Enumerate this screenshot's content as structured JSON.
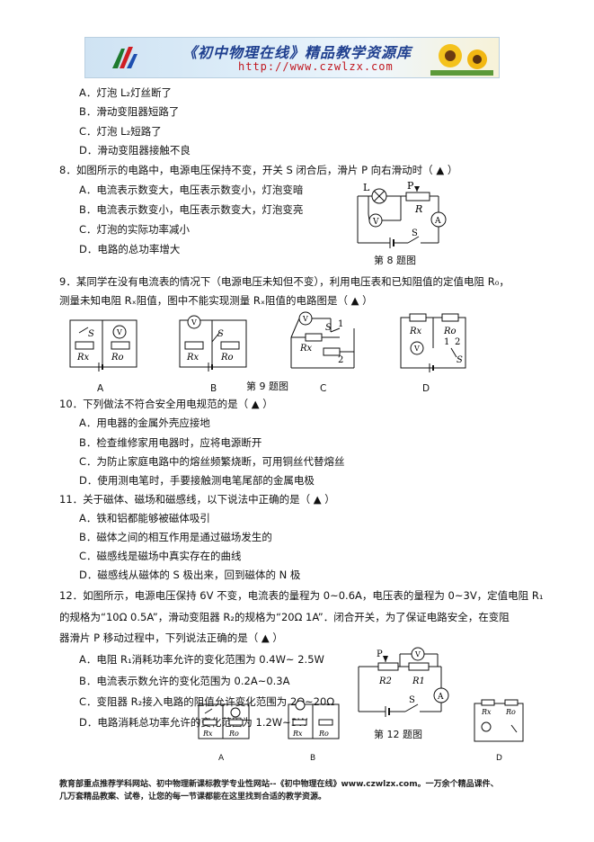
{
  "banner": {
    "title": "《初中物理在线》精品教学资源库",
    "url": "http://www.czwlzx.com"
  },
  "q7_options": [
    "A．灯泡 L₂灯丝断了",
    "B．滑动变阻器短路了",
    "C．灯泡 L₂短路了",
    "D．滑动变阻器接触不良"
  ],
  "q8": {
    "stem": "8．如图所示的电路中，电源电压保持不变，开关 S 闭合后，滑片 P 向右滑动时（ ▲ ）",
    "options": [
      "A．电流表示数变大，电压表示数变小，灯泡变暗",
      "B．电流表示数变小，电压表示数变大，灯泡变亮",
      "C．灯泡的实际功率减小",
      "D．电路的总功率增大"
    ],
    "caption": "第 8 题图",
    "labels": {
      "L": "L",
      "P": "P",
      "R": "R",
      "V": "V",
      "A": "A",
      "S": "S"
    }
  },
  "q9": {
    "stem1": "9．某同学在没有电流表的情况下（电源电压未知但不变），利用电压表和已知阻值的定值电阻 R₀，",
    "stem2": "测量未知电阻 Rₓ阻值，图中不能实现测量 Rₓ阻值的电路图是（ ▲ ）",
    "caption": "第 9 题图",
    "diagram_letters": [
      "A",
      "B",
      "C",
      "D"
    ],
    "labels": {
      "Rx": "Rx",
      "Ro": "Ro",
      "S": "S",
      "V": "V",
      "one": "1",
      "two": "2"
    }
  },
  "q10": {
    "stem": "10．下列做法不符合安全用电规范的是（ ▲ ）",
    "options": [
      "A．用电器的金属外壳应接地",
      "B．检查维修家用电器时，应将电源断开",
      "C．为防止家庭电路中的熔丝频繁烧断，可用铜丝代替熔丝",
      "D．使用测电笔时，手要接触测电笔尾部的金属电极"
    ]
  },
  "q11": {
    "stem": "11．关于磁体、磁场和磁感线，以下说法中正确的是（ ▲ ）",
    "options": [
      "A．铁和铝都能够被磁体吸引",
      "B．磁体之间的相互作用是通过磁场发生的",
      "C．磁感线是磁场中真实存在的曲线",
      "D．磁感线从磁体的 S 极出来，回到磁体的 N 极"
    ]
  },
  "q12": {
    "stem1": "12．如图所示，电源电压保持 6V 不变，电流表的量程为 0~0.6A，电压表的量程为 0~3V，定值电阻 R₁",
    "stem2": "的规格为“10Ω 0.5A”，滑动变阻器 R₂的规格为“20Ω 1A”．闭合开关，为了保证电路安全，在变阻",
    "stem3": "器滑片 P 移动过程中，下列说法正确的是（ ▲ ）",
    "options": [
      "A．电阻 R₁消耗功率允许的变化范围为 0.4W~ 2.5W",
      "B．电流表示数允许的变化范围为 0.2A~0.3A",
      "C．变阻器 R₂接入电路的阻值允许变化范围为 2Ω~20Ω",
      "D．电路消耗总功率允许的变化范围为 1.2W~3W"
    ],
    "caption": "第 12 题图",
    "labels": {
      "P": "P",
      "R1": "R1",
      "R2": "R2",
      "V": "V",
      "A": "A",
      "S": "S"
    }
  },
  "footer": {
    "line1": "教育部重点推荐学科网站、初中物理新课标教学专业性网站--《初中物理在线》www.czwlzx.com。一万余个精品课件、",
    "line2": "几万套精品教案、试卷，让您的每一节课都能在这里找到合适的教学资源。"
  }
}
